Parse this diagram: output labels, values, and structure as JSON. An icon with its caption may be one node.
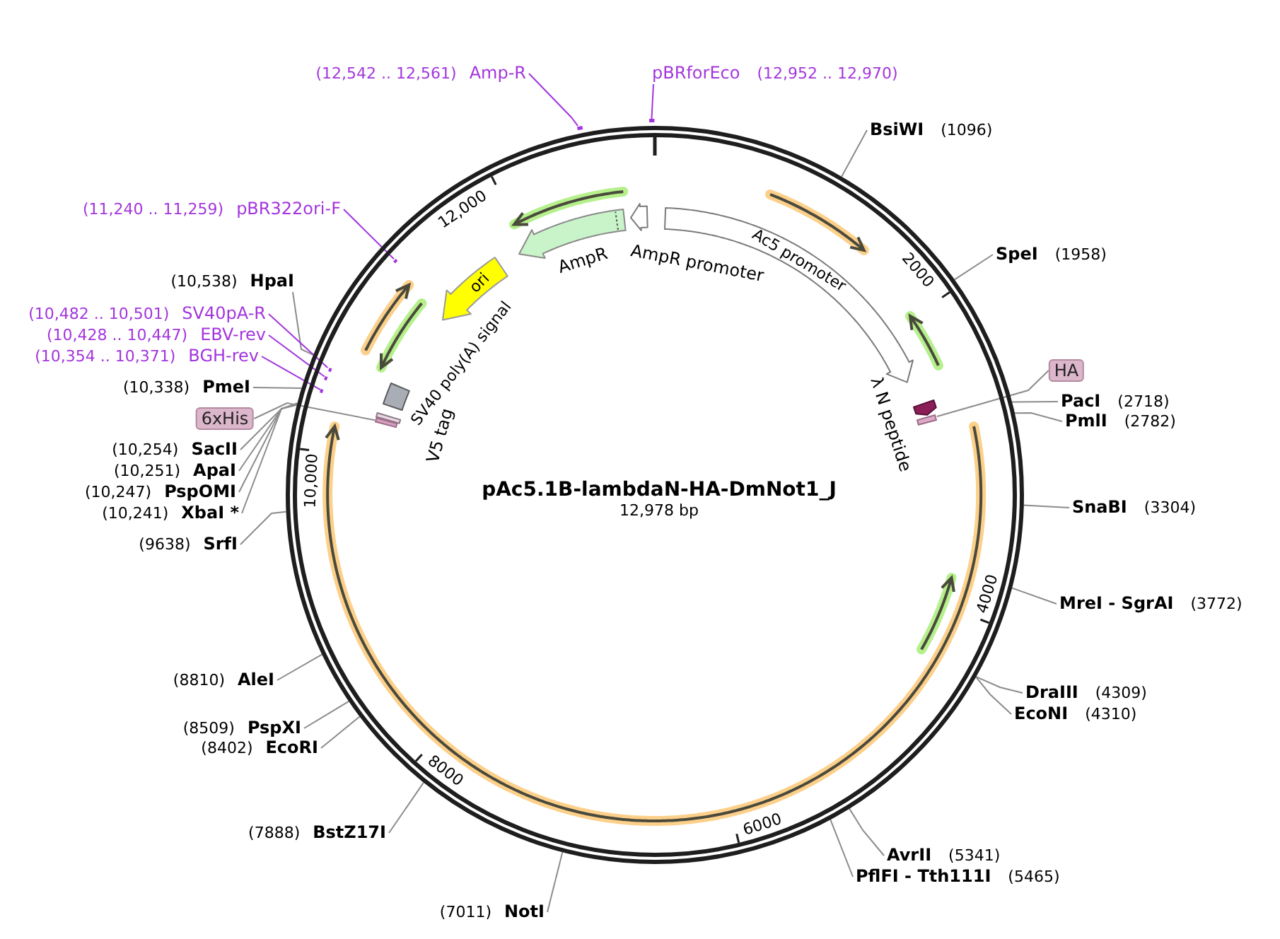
{
  "diagram": {
    "title": "pAc5.1B-lambdaN-HA-DmNot1_J",
    "nodes": [
      {
        "text": [],
        "shape": "circle"
      },
      {
        "text": [
          "(12,542 .. 12,561)",
          "Amp-R"
        ]
      },
      {
        "text": [
          "pBRforEco",
          "(12,952 .. 12,970)"
        ]
      },
      {
        "text": [
          "BsiWI",
          "(1096)"
        ]
      },
      {
        "text": [
          "SpeI",
          "(1958)"
        ]
      },
      {
        "text": [
          "HA"
        ]
      },
      {
        "text": [
          "PacI",
          "(2718)"
        ]
      },
      {
        "text": [
          "PmlI",
          "(2782)"
        ]
      },
      {
        "text": [
          "SnaBI",
          "(3304)"
        ]
      },
      {
        "text": [
          "MreI - SgrAI",
          "(3772)"
        ]
      },
      {
        "text": [
          "DraIII",
          "(4309)"
        ]
      },
      {
        "text": [
          "EcoNI",
          "(4310)"
        ]
      },
      {
        "text": [
          "AvrII",
          "(5341)"
        ]
      },
      {
        "text": [
          "PflFI - Tth111I",
          "(5465)"
        ]
      },
      {
        "text": [
          "(7011)",
          "NotI"
        ]
      },
      {
        "text": [
          "(7888)",
          "BstZ17I"
        ]
      },
      {
        "text": [
          "(8402)",
          "EcoRI"
        ]
      },
      {
        "text": [
          "(8509)",
          "PspXI"
        ]
      },
      {
        "text": [
          "(8810)",
          "AleI"
        ]
      },
      {
        "text": [
          "(9638)",
          "SrfI"
        ]
      },
      {
        "text": [
          "(10,241)",
          "XbaI *"
        ]
      },
      {
        "text": [
          "(10,247)",
          "PspOMI"
        ]
      },
      {
        "text": [
          "(10,251)",
          "ApaI"
        ]
      },
      {
        "text": [
          "(10,254)",
          "SacII"
        ]
      },
      {
        "text": [
          "6xHis"
        ]
      },
      {
        "text": [
          "(10,338)",
          "PmeI"
        ]
      },
      {
        "text": [
          "(10,354 .. 10,371)",
          "BGH-rev"
        ]
      },
      {
        "text": [
          "(10,428 .. 10,447)",
          "EBV-rev"
        ]
      },
      {
        "text": [
          "(10,482 .. 10,501)",
          "SV40pA-R"
        ]
      },
      {
        "text": [
          "(10,538)",
          "HpaI"
        ]
      },
      {
        "text": [
          "(11,240 .. 11,259)",
          "pBR322ori-F"
        ]
      },
      {
        "text": [],
        "shape": "bar"
      },
      {
        "text": [],
        "shape": "bar"
      },
      {
        "text": [],
        "shape": "bar",
        "in": 0
      },
      {
        "text": [],
        "shape": "bar",
        "in": 0
      },
      {
        "text": [],
        "shape": "bar",
        "in": 0
      },
      {
        "text": [],
        "shape": "bar",
        "in": 0
      },
      {
        "text": [
          "AmpR promoter"
        ],
        "in": 0
      },
      {
        "text": [
          "Ac5 promoter"
        ],
        "in": 0
      },
      {
        "text": [
          "λ N peptide"
        ],
        "in": 0
      },
      {
        "text": [],
        "shape": "bar",
        "in": 0
      },
      {
        "text": [
          "AmpR"
        ],
        "in": 0
      },
      {
        "text": [
          "ori"
        ],
        "in": 0
      },
      {
        "text": [
          "SV40 poly(A) signal"
        ],
        "in": 0
      },
      {
        "text": [
          "V5 tag"
        ],
        "in": 0
      },
      {
        "text": [],
        "shape": "bar",
        "in": 0
      },
      {
        "text": [],
        "shape": "arrow",
        "in": 0
      },
      {
        "text": [],
        "shape": "arrow",
        "in": 0
      },
      {
        "text": [],
        "shape": "arrow",
        "in": 0
      },
      {
        "text": [],
        "shape": "arrow",
        "in": 0
      },
      {
        "text": [],
        "shape": "arrow",
        "in": 49
      },
      {
        "text": [],
        "shape": "arrow",
        "in": 0
      },
      {
        "text": [],
        "shape": "arrow",
        "in": 0
      }
    ],
    "edges": [
      {
        "from": 3,
        "to": 0,
        "arrow": "none"
      },
      {
        "from": 4,
        "to": 0,
        "arrow": "none"
      },
      {
        "from": 6,
        "to": 0,
        "arrow": "none"
      },
      {
        "from": 7,
        "to": 0,
        "arrow": "none"
      },
      {
        "from": 8,
        "to": 0,
        "arrow": "none"
      },
      {
        "from": 9,
        "to": 0,
        "arrow": "none"
      },
      {
        "from": 10,
        "to": 0,
        "arrow": "none"
      },
      {
        "from": 11,
        "to": 0,
        "arrow": "none"
      },
      {
        "from": 12,
        "to": 0,
        "arrow": "none"
      },
      {
        "from": 13,
        "to": 0,
        "arrow": "none"
      },
      {
        "from": 14,
        "to": 0,
        "arrow": "none"
      },
      {
        "from": 15,
        "to": 0,
        "arrow": "none"
      },
      {
        "from": 16,
        "to": 0,
        "arrow": "none"
      },
      {
        "from": 17,
        "to": 0,
        "arrow": "none"
      },
      {
        "from": 18,
        "to": 0,
        "arrow": "none"
      },
      {
        "from": 19,
        "to": 0,
        "arrow": "none"
      },
      {
        "from": 20,
        "to": 0,
        "arrow": "none"
      },
      {
        "from": 21,
        "to": 0,
        "arrow": "none"
      },
      {
        "from": 22,
        "to": 0,
        "arrow": "none"
      },
      {
        "from": 23,
        "to": 0,
        "arrow": "none"
      },
      {
        "from": 25,
        "to": 0,
        "arrow": "none"
      },
      {
        "from": 29,
        "to": 0,
        "arrow": "none"
      },
      {
        "from": 1,
        "to": 31,
        "arrow": "none",
        "color": "#a335dd"
      },
      {
        "from": 2,
        "to": 32,
        "arrow": "none",
        "color": "#a335dd"
      },
      {
        "from": 26,
        "to": 33,
        "arrow": "none",
        "color": "#a335dd"
      },
      {
        "from": 27,
        "to": 34,
        "arrow": "none",
        "color": "#a335dd"
      },
      {
        "from": 28,
        "to": 35,
        "arrow": "none",
        "color": "#a335dd"
      },
      {
        "from": 30,
        "to": 36,
        "arrow": "none",
        "color": "#a335dd"
      },
      {
        "from": 5,
        "to": 40,
        "arrow": "none"
      },
      {
        "from": 24,
        "to": 45,
        "arrow": "none"
      }
    ],
    "labels": [
      "12,000",
      "2000",
      "10,000",
      "12,978 bp",
      "4000",
      "8000",
      "6000"
    ]
  }
}
